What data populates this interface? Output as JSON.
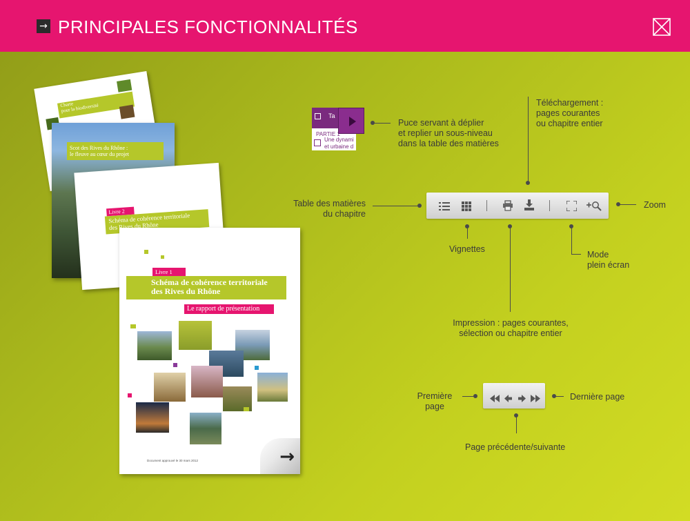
{
  "header": {
    "title": "PRINCIPALES FONCTIONNALITÉS",
    "arrow_glyph": "→",
    "bg_color": "#e6156f"
  },
  "labels": {
    "puce": [
      "Puce servant à déplier",
      "et replier un sous-niveau",
      "dans la table des matières"
    ],
    "telechargement": [
      "Téléchargement :",
      "pages courantes",
      "ou chapitre entier"
    ],
    "table": [
      "Table des matières",
      "du chapitre"
    ],
    "zoom": "Zoom",
    "vignettes": "Vignettes",
    "plein_ecran": [
      "Mode",
      "plein écran"
    ],
    "impression": [
      "Impression : pages courantes,",
      "sélection ou chapitre entier"
    ],
    "premiere": [
      "Première",
      "page"
    ],
    "derniere": "Dernière page",
    "precedente": "Page précédente/suivante"
  },
  "sample_tree": {
    "tab": "Ta",
    "partie": "PARTIE 1",
    "line1": "Une dynami",
    "line2": "et urbaine d"
  },
  "documents": {
    "doc1_title": [
      "Charte",
      "pour la biodiversité"
    ],
    "doc2_title": [
      "Scot des Rives du Rhône :",
      "le fleuve au cœur du projet"
    ],
    "doc3_tag": "Livre 2",
    "doc3_title": [
      "Schéma de cohérence territoriale",
      "des Rives du Rhône"
    ],
    "doc4_tag": "Livre 1",
    "doc4_title": [
      "Schéma de cohérence territoriale",
      "des Rives du Rhône"
    ],
    "doc4_subtitle": "Le rapport de présentation",
    "doc4_footer": "Document approuvé le 30 mars 2012",
    "next_arrow": "→"
  },
  "icons": {
    "toc": "toc-list-icon",
    "thumbnails": "thumbnails-grid-icon",
    "print": "print-icon",
    "download": "download-icon",
    "fullscreen": "fullscreen-icon",
    "zoom": "zoom-in-icon",
    "first": "first-page-icon",
    "prev": "previous-page-icon",
    "next": "next-page-icon",
    "last": "last-page-icon",
    "close": "close-icon"
  }
}
